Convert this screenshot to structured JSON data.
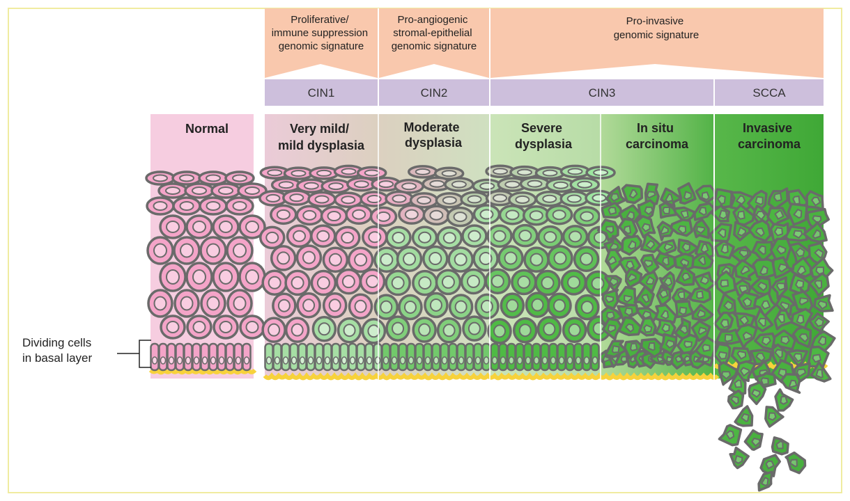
{
  "signatures": [
    {
      "lines": [
        "Proliferative/",
        "immune suppression",
        "genomic signature"
      ]
    },
    {
      "lines": [
        "Pro-angiogenic",
        "stromal-epithelial",
        "genomic signature"
      ]
    },
    {
      "lines": [
        "Pro-invasive",
        "genomic signature"
      ]
    }
  ],
  "grades": [
    "CIN1",
    "CIN2",
    "CIN3",
    "SCCA"
  ],
  "stages": [
    {
      "lines": [
        "Normal"
      ]
    },
    {
      "lines": [
        "Very mild/",
        "mild dysplasia"
      ]
    },
    {
      "lines": [
        "Moderate",
        "dysplasia"
      ]
    },
    {
      "lines": [
        "Severe",
        "dysplasia"
      ]
    },
    {
      "lines": [
        "In situ",
        "carcinoma"
      ]
    },
    {
      "lines": [
        "Invasive",
        "carcinoma"
      ]
    }
  ],
  "basal_note": {
    "lines": [
      "Dividing cells",
      "in basal layer"
    ]
  },
  "colors": {
    "signature_band": "#f9c8ad",
    "grade_band": "#cdbfdc",
    "normal_panel": "#f6cde0",
    "cell_pink": "#f4a4c8",
    "cell_light_green": "#a6dea4",
    "cell_green": "#4fba45",
    "basement_membrane": "#f7d23c",
    "cell_outline": "#6a6a6a"
  }
}
